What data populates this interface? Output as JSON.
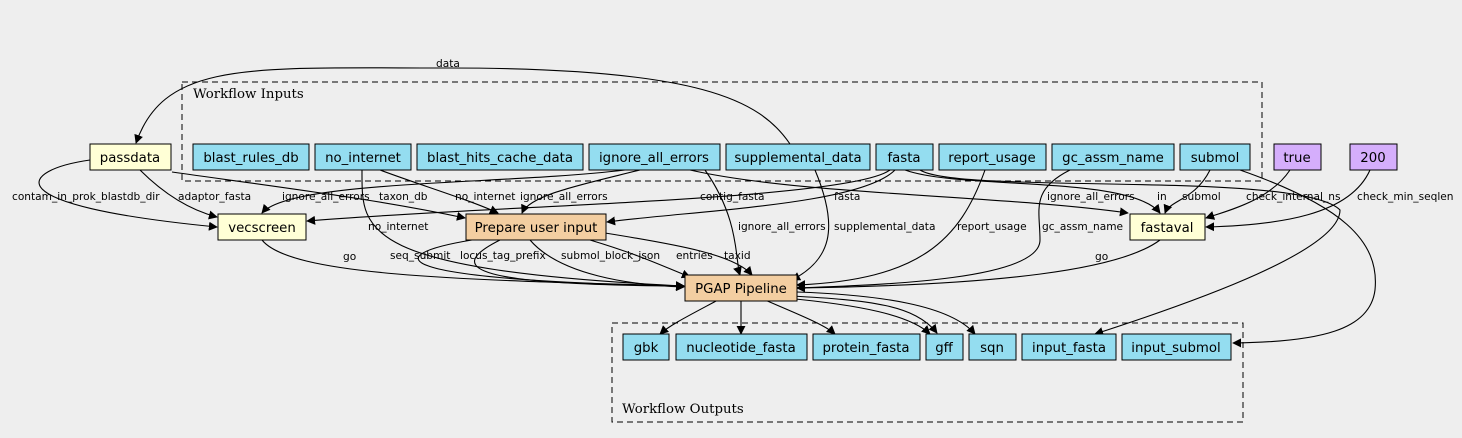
{
  "clusters": {
    "inputs_title": "Workflow Inputs",
    "outputs_title": "Workflow Outputs"
  },
  "colors": {
    "input": "#94ddf0",
    "step": "#f3cea1",
    "helper": "#ffffd6",
    "constant": "#d5aefc",
    "background": "#eeeeee"
  },
  "nodes": {
    "blast_rules_db": "blast_rules_db",
    "no_internet": "no_internet",
    "blast_hits_cache_data": "blast_hits_cache_data",
    "ignore_all_errors": "ignore_all_errors",
    "supplemental_data": "supplemental_data",
    "fasta": "fasta",
    "report_usage": "report_usage",
    "gc_assm_name": "gc_assm_name",
    "submol": "submol",
    "true": "true",
    "200": "200",
    "passdata": "passdata",
    "vecscreen": "vecscreen",
    "prepare": "Prepare user input",
    "fastaval": "fastaval",
    "pgap": "PGAP Pipeline",
    "gbk": "gbk",
    "nucleotide_fasta": "nucleotide_fasta",
    "protein_fasta": "protein_fasta",
    "gff": "gff",
    "sqn": "sqn",
    "input_fasta": "input_fasta",
    "input_submol": "input_submol"
  },
  "edge_labels": {
    "data": "data",
    "contam": "contam_in_prok_blastdb_dir",
    "adaptor": "adaptor_fasta",
    "vec_ignore": "ignore_all_errors",
    "taxon_db": "taxon_db",
    "prep_no_internet": "no_internet",
    "prep_ignore": "ignore_all_errors",
    "contig_fasta": "contig_fasta",
    "val_fasta": "fasta",
    "val_ignore": "ignore_all_errors",
    "val_in": "in",
    "val_submol": "submol",
    "check_internal_ns": "check_internal_ns",
    "check_min_seqlen": "check_min_seqlen",
    "pgap_no_internet": "no_internet",
    "pgap_ignore": "ignore_all_errors",
    "pgap_supplemental": "supplemental_data",
    "pgap_report": "report_usage",
    "pgap_gc": "gc_assm_name",
    "vec_go": "go",
    "val_go": "go",
    "seq_submit": "seq_submit",
    "locus_tag_prefix": "locus_tag_prefix",
    "submol_block_json": "submol_block_json",
    "entries": "entries",
    "taxid": "taxid"
  }
}
